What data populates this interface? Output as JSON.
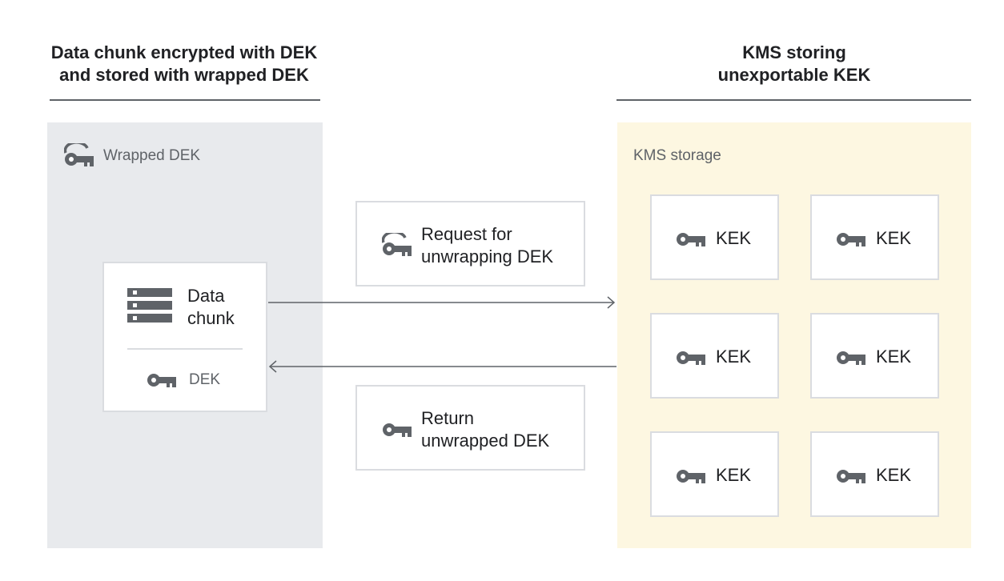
{
  "left_header": {
    "line1": "Data chunk encrypted with DEK",
    "line2": "and stored with wrapped DEK"
  },
  "right_header": {
    "line1": "KMS storing",
    "line2": "unexportable KEK"
  },
  "left_panel": {
    "label": "Wrapped DEK",
    "icon": "wrapped-key-icon",
    "color": "#e8eaed"
  },
  "data_chunk": {
    "line1": "Data",
    "line2": "chunk",
    "icon": "storage-icon",
    "key_label": "DEK",
    "key_icon": "key-icon"
  },
  "request": {
    "line1": "Request for",
    "line2": "unwrapping DEK",
    "icon": "wrapped-key-icon"
  },
  "response": {
    "line1": "Return",
    "line2": "unwrapped DEK",
    "icon": "key-icon"
  },
  "right_panel": {
    "label": "KMS storage",
    "color": "#fdf7e1"
  },
  "keks": [
    "KEK",
    "KEK",
    "KEK",
    "KEK",
    "KEK",
    "KEK"
  ]
}
